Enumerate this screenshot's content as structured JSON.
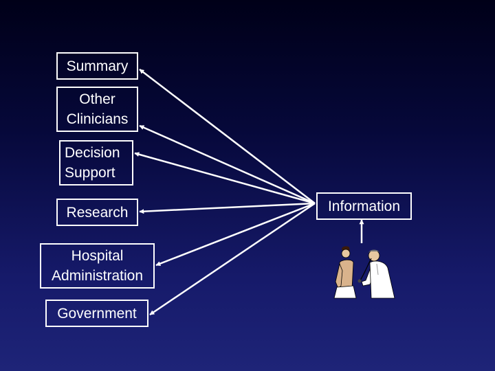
{
  "diagram": {
    "nodes": {
      "summary": "Summary",
      "other_clinicians": "Other\nClinicians",
      "decision_support": "Decision\nSupport",
      "research": "Research",
      "hospital_administration": "Hospital\nAdministration",
      "government": "Government",
      "information": "Information"
    },
    "edges": [
      {
        "from": "information",
        "to": "summary"
      },
      {
        "from": "information",
        "to": "other_clinicians"
      },
      {
        "from": "information",
        "to": "decision_support"
      },
      {
        "from": "information",
        "to": "research"
      },
      {
        "from": "information",
        "to": "hospital_administration"
      },
      {
        "from": "information",
        "to": "government"
      },
      {
        "from": "clinical-encounter",
        "to": "information"
      }
    ]
  },
  "colors": {
    "background_top": "#000018",
    "background_bottom": "#1e2478",
    "foreground": "#ffffff"
  },
  "illustration": {
    "icon": "doctor-examining-patient-icon"
  }
}
